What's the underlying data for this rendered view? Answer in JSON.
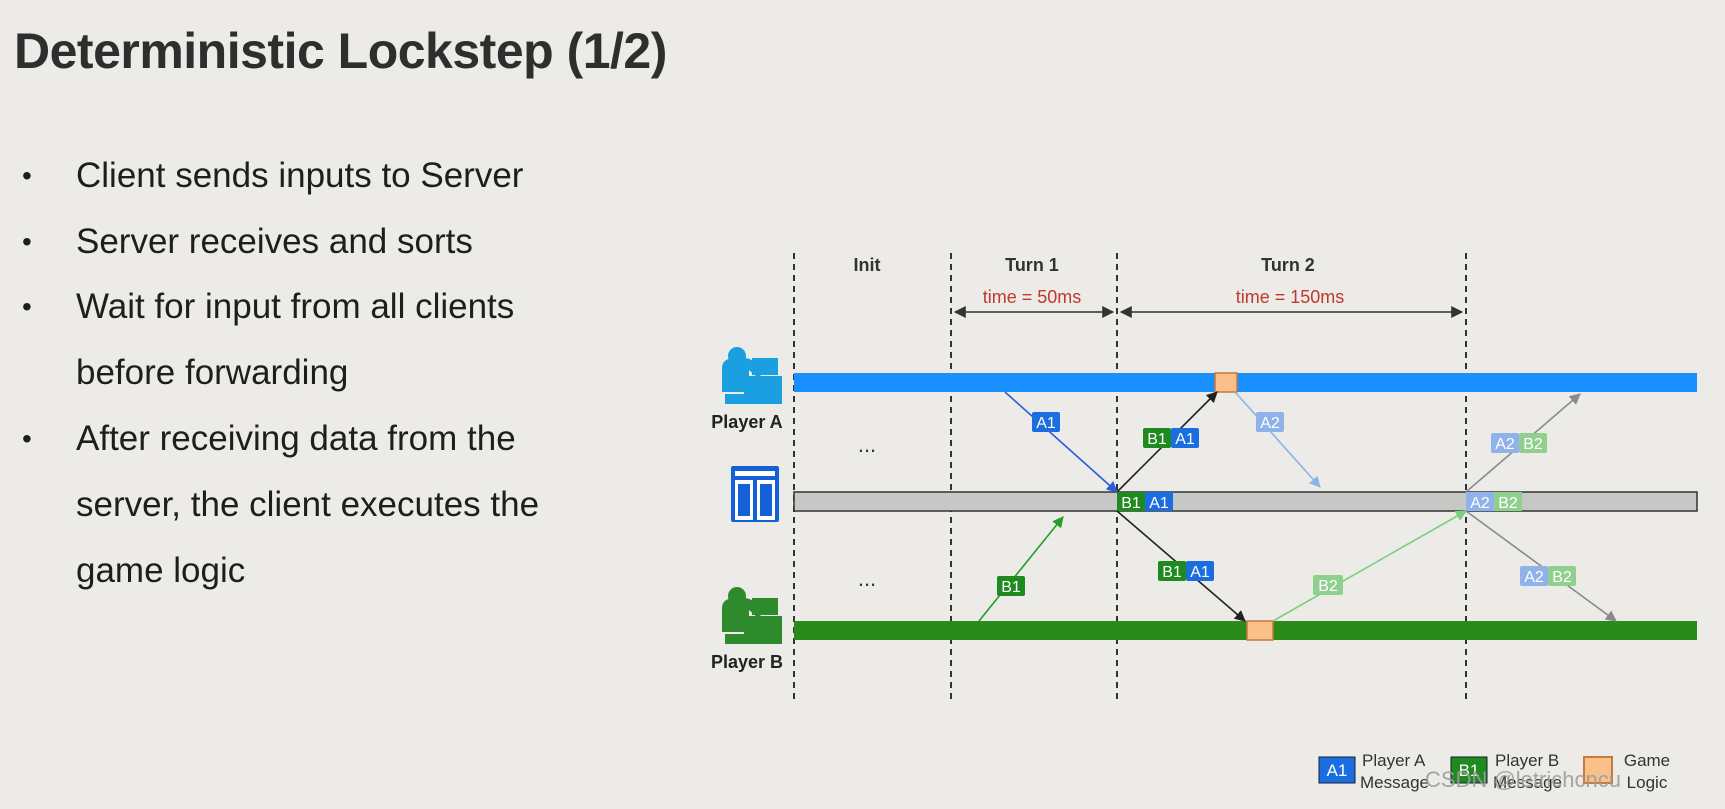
{
  "slide": {
    "title": "Deterministic Lockstep (1/2)",
    "bullets": [
      {
        "lines": [
          "Client sends inputs to Server"
        ]
      },
      {
        "lines": [
          "Server receives and sorts"
        ]
      },
      {
        "lines": [
          "Wait for input from all clients",
          "before forwarding"
        ]
      },
      {
        "lines": [
          "After receiving data from the",
          "server, the client executes the",
          "game logic"
        ]
      }
    ]
  },
  "diagram": {
    "phases": [
      {
        "label": "Init",
        "time": ""
      },
      {
        "label": "Turn 1",
        "time": "time = 50ms"
      },
      {
        "label": "Turn 2",
        "time": "time = 150ms"
      }
    ],
    "actors": {
      "player_a": "Player A",
      "player_b": "Player B"
    },
    "ellipsis": "...",
    "messages": {
      "a1": "A1",
      "b1": "B1",
      "a2": "A2",
      "b2": "B2"
    },
    "colors": {
      "player_a": "#1a8fff",
      "player_b": "#2a8a1a",
      "server": "#c7c7c5",
      "game_logic": "#f9c089",
      "time_text": "#c0392b",
      "msg_a": "#1b6ee0",
      "msg_b": "#1f8a1f"
    }
  },
  "legend": {
    "items": [
      {
        "box": "A1",
        "line1": "Player A",
        "line2": "Message"
      },
      {
        "box": "B1",
        "line1": "Player B",
        "line2": "Message"
      },
      {
        "box": "",
        "line1": "Game",
        "line2": "Logic"
      }
    ]
  },
  "watermark": "CSDN @letrichcncu"
}
